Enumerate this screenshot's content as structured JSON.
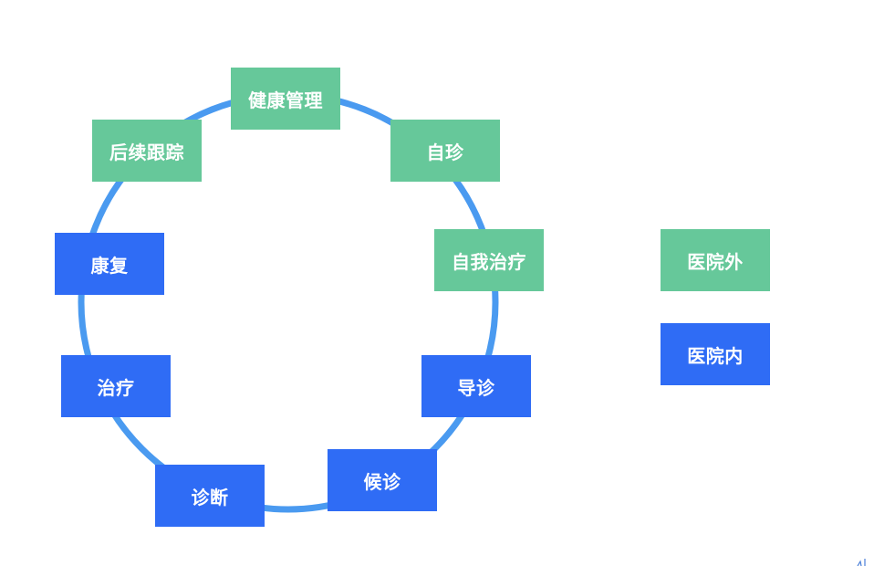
{
  "colors": {
    "outside": "#66c89a",
    "inside": "#2f6cf5",
    "ring": "#4a9af0"
  },
  "nodes": {
    "health_management": "健康管理",
    "self_diagnosis": "自珍",
    "self_treatment": "自我治疗",
    "guidance": "导诊",
    "waiting": "候诊",
    "diagnosis": "诊断",
    "treatment": "治疗",
    "rehabilitation": "康复",
    "follow_up": "后续跟踪"
  },
  "legend": {
    "outside": "医院外",
    "inside": "医院内"
  }
}
